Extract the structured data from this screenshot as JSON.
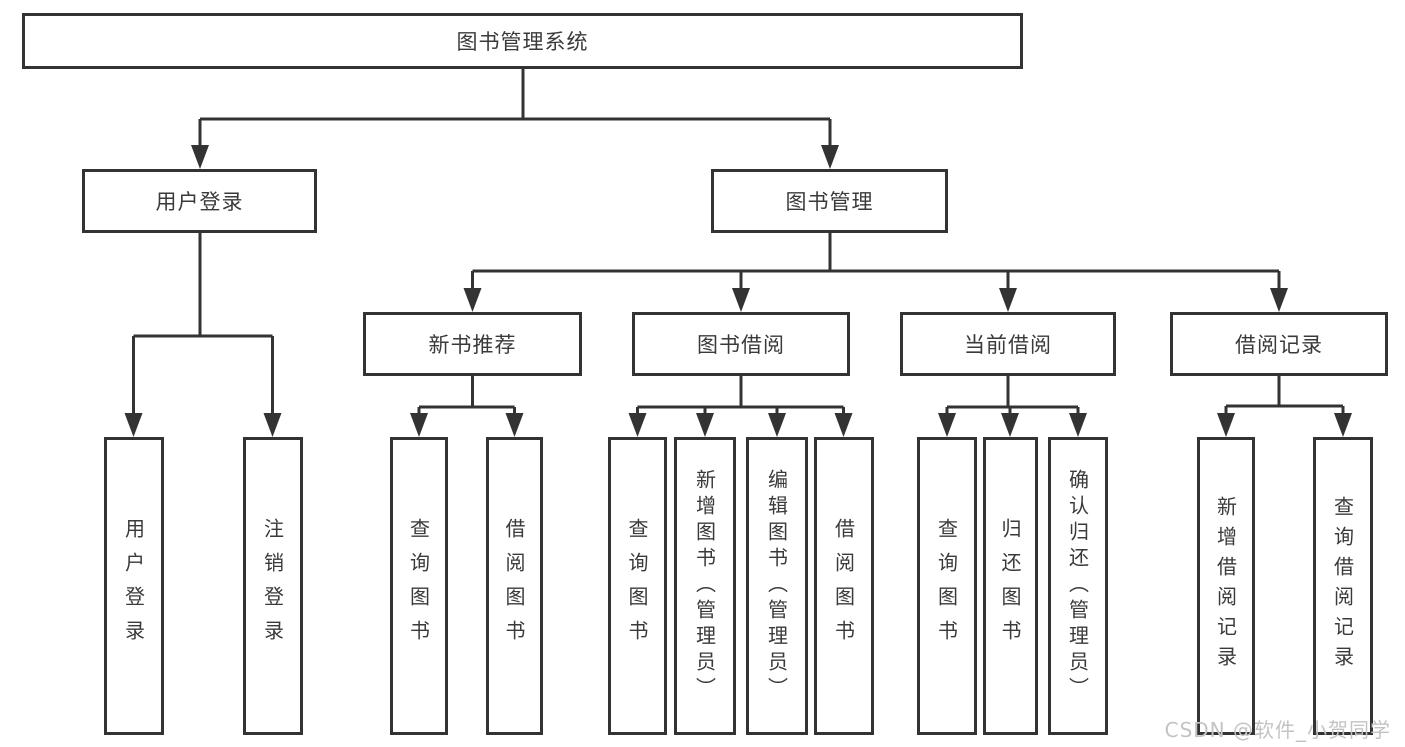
{
  "colors": {
    "line": "#333333",
    "text": "#3a3a3a",
    "watermark": "#c3c3c3",
    "background": "#ffffff"
  },
  "tree": {
    "root": {
      "label": "图书管理系统"
    },
    "level2": [
      {
        "label": "用户登录"
      },
      {
        "label": "图书管理"
      }
    ],
    "level3": [
      {
        "parent": "图书管理",
        "label": "新书推荐"
      },
      {
        "parent": "图书管理",
        "label": "图书借阅"
      },
      {
        "parent": "图书管理",
        "label": "当前借阅"
      },
      {
        "parent": "图书管理",
        "label": "借阅记录"
      }
    ],
    "leaves": [
      {
        "parent": "用户登录",
        "label": "用户登录"
      },
      {
        "parent": "用户登录",
        "label": "注销登录"
      },
      {
        "parent": "新书推荐",
        "label": "查询图书"
      },
      {
        "parent": "新书推荐",
        "label": "借阅图书"
      },
      {
        "parent": "图书借阅",
        "label": "查询图书"
      },
      {
        "parent": "图书借阅",
        "label": "新增图书（管理员）"
      },
      {
        "parent": "图书借阅",
        "label": "编辑图书（管理员）"
      },
      {
        "parent": "图书借阅",
        "label": "借阅图书"
      },
      {
        "parent": "当前借阅",
        "label": "查询图书"
      },
      {
        "parent": "当前借阅",
        "label": "归还图书"
      },
      {
        "parent": "当前借阅",
        "label": "确认归还（管理员）"
      },
      {
        "parent": "借阅记录",
        "label": "新增借阅记录"
      },
      {
        "parent": "借阅记录",
        "label": "查询借阅记录"
      }
    ]
  },
  "watermark": {
    "text": "CSDN @软件_小贺同学"
  }
}
